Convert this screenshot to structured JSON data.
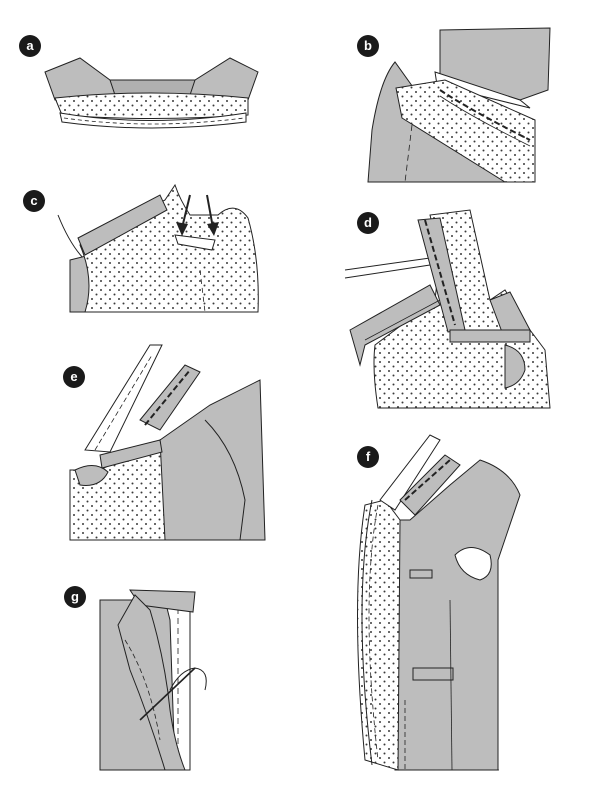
{
  "colors": {
    "fabric_gray": "#bdbdbd",
    "interfacing_white": "#ffffff",
    "dot_color": "#3a3a3a",
    "outline": "#222222",
    "badge_bg": "#1a1a1a",
    "badge_text": "#ffffff"
  },
  "steps": [
    {
      "label": "a",
      "icon": "collar-pressed-icon"
    },
    {
      "label": "b",
      "icon": "collar-basted-neckline-icon"
    },
    {
      "label": "c",
      "icon": "shoulder-seam-arrows-icon"
    },
    {
      "label": "d",
      "icon": "collar-stitched-icon"
    },
    {
      "label": "e",
      "icon": "lapel-facing-icon"
    },
    {
      "label": "f",
      "icon": "jacket-front-icon"
    },
    {
      "label": "g",
      "icon": "hand-stitch-lapel-icon"
    }
  ]
}
